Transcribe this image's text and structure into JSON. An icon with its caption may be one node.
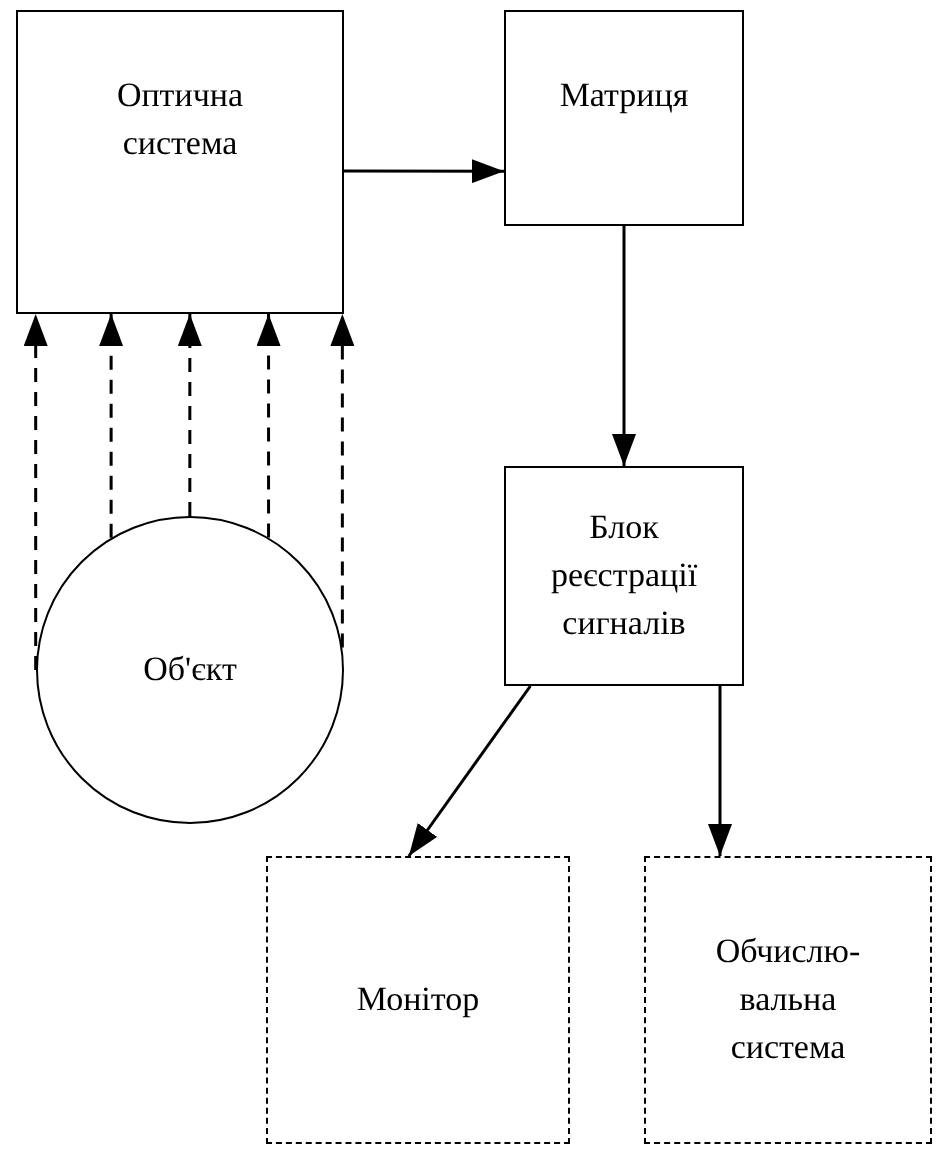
{
  "diagram": {
    "nodes": [
      {
        "text": [
          "Оптична система"
        ]
      },
      {
        "text": [
          "Матриця"
        ]
      },
      {
        "text": [
          "Блок реєстрації сигналів"
        ]
      },
      {
        "text": [
          "Об'єкт"
        ]
      },
      {
        "text": [
          "Монітор"
        ]
      },
      {
        "text": [
          "Обчислю-вальна система"
        ]
      }
    ],
    "edges": [
      {
        "from": 0,
        "to": 1,
        "arrow": "to"
      },
      {
        "from": 1,
        "to": 2,
        "arrow": "to"
      },
      {
        "from": 2,
        "to": 4,
        "arrow": "to"
      },
      {
        "from": 2,
        "to": 5,
        "arrow": "to"
      },
      {
        "from": 3,
        "to": 0,
        "arrow": "to",
        "style": "dashed"
      },
      {
        "from": 3,
        "to": 0,
        "arrow": "to",
        "style": "dashed"
      },
      {
        "from": 3,
        "to": 0,
        "arrow": "to",
        "style": "dashed"
      },
      {
        "from": 3,
        "to": 0,
        "arrow": "to",
        "style": "dashed"
      },
      {
        "from": 3,
        "to": 0,
        "arrow": "to",
        "style": "dashed"
      }
    ]
  }
}
